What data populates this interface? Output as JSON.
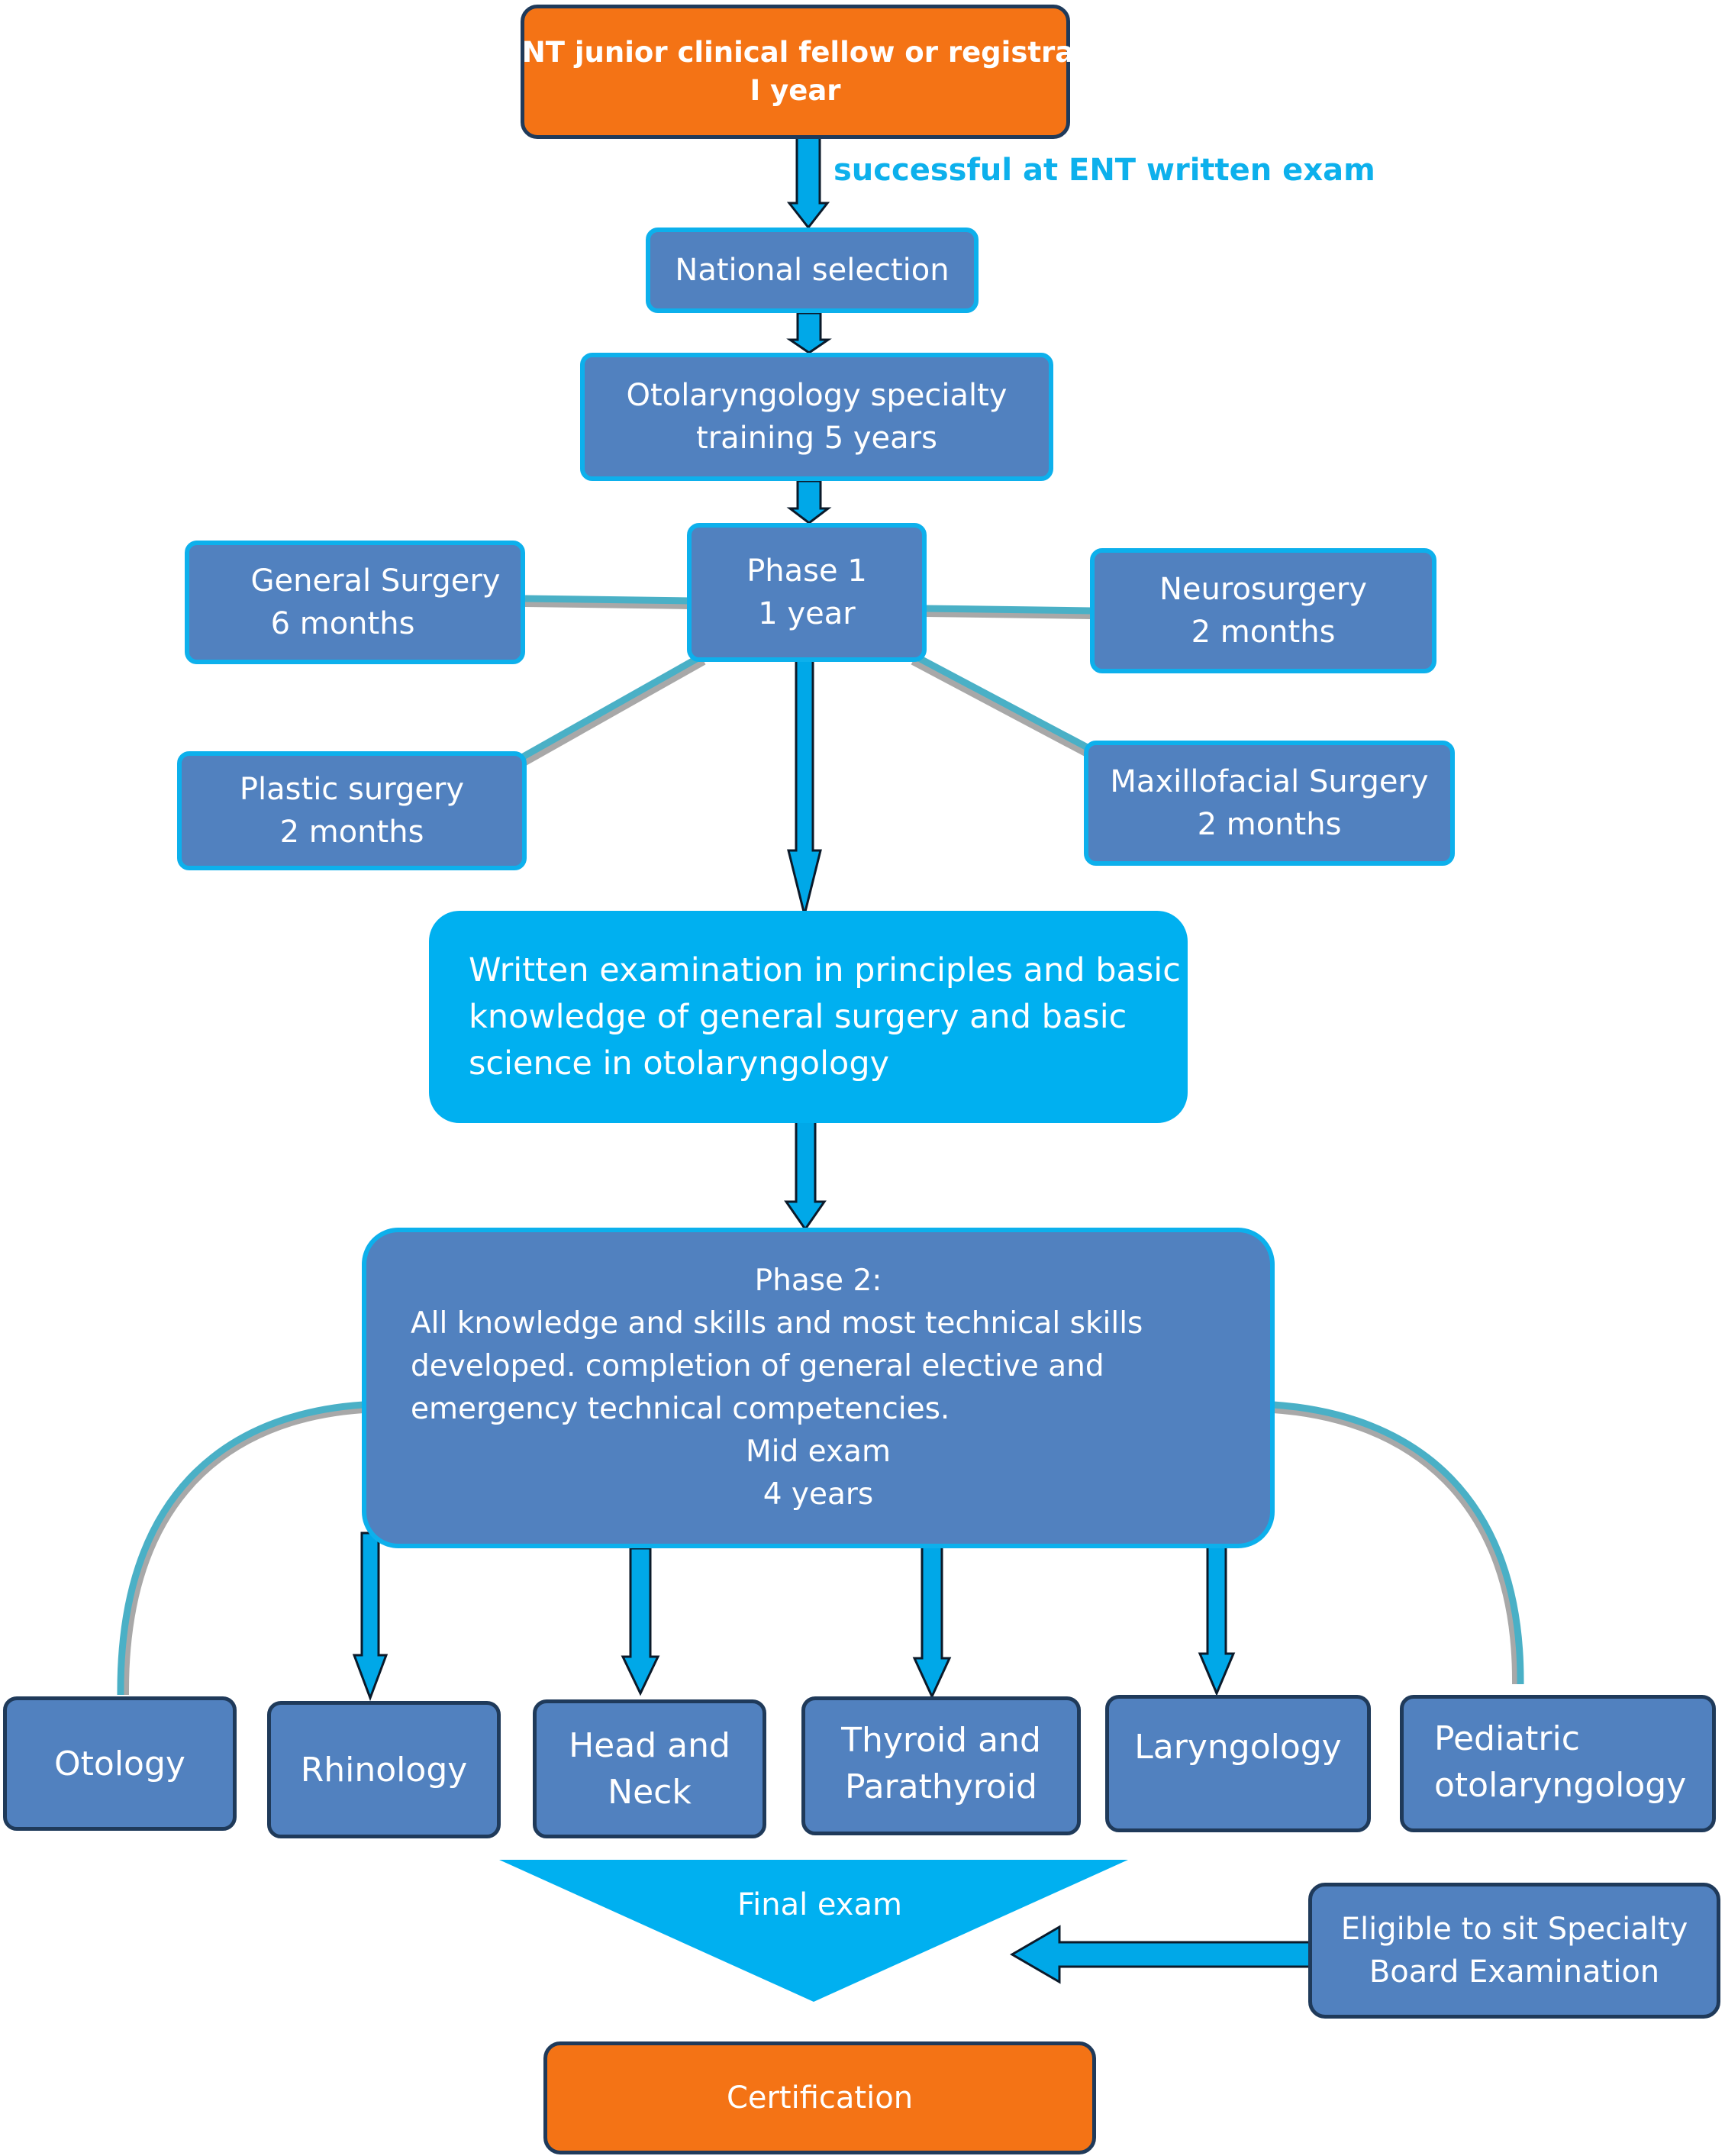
{
  "colors": {
    "orange": "#f47315",
    "blue_box": "#5181bf",
    "cyan": "#00b0f0",
    "outline_dark": "#1f3a5a",
    "edge_text": "#0db0ec"
  },
  "nodes": {
    "ent_junior": {
      "line1": "ENT junior clinical fellow or registrar",
      "line2": "I year"
    },
    "exam_condition": "successful at ENT written exam",
    "national_selection": "National selection",
    "specialty_training": {
      "line1": "Otolaryngology specialty",
      "line2": "training 5 years"
    },
    "phase1": {
      "line1": "Phase 1",
      "line2": "1 year"
    },
    "general_surgery": {
      "line1": "General Surgery",
      "line2": "6 months"
    },
    "neurosurgery": {
      "line1": "Neurosurgery",
      "line2": "2 months"
    },
    "plastic_surgery": {
      "line1": "Plastic surgery",
      "line2": "2 months"
    },
    "maxillofacial": {
      "line1": "Maxillofacial Surgery",
      "line2": "2 months"
    },
    "written_exam": {
      "line1": "Written examination in principles and basic",
      "line2": "knowledge of general surgery and basic",
      "line3": "science in otolaryngology"
    },
    "phase2": {
      "line1": "Phase 2:",
      "line2": "All knowledge and skills and most technical skills",
      "line3": "developed. completion of general elective and",
      "line4": "emergency technical competencies.",
      "line5": "Mid exam",
      "line6": "4 years"
    },
    "subspecialties": {
      "otology": "Otology",
      "rhinology": "Rhinology",
      "head_neck": {
        "line1": "Head and",
        "line2": "Neck"
      },
      "thyroid": {
        "line1": "Thyroid and",
        "line2": "Parathyroid"
      },
      "laryngology": "Laryngology",
      "pediatric": {
        "line1": "Pediatric",
        "line2": "otolaryngology"
      }
    },
    "final_exam": "Final exam",
    "eligible": {
      "line1": "Eligible to sit Specialty",
      "line2": "Board Examination"
    },
    "certification": "Certification"
  }
}
